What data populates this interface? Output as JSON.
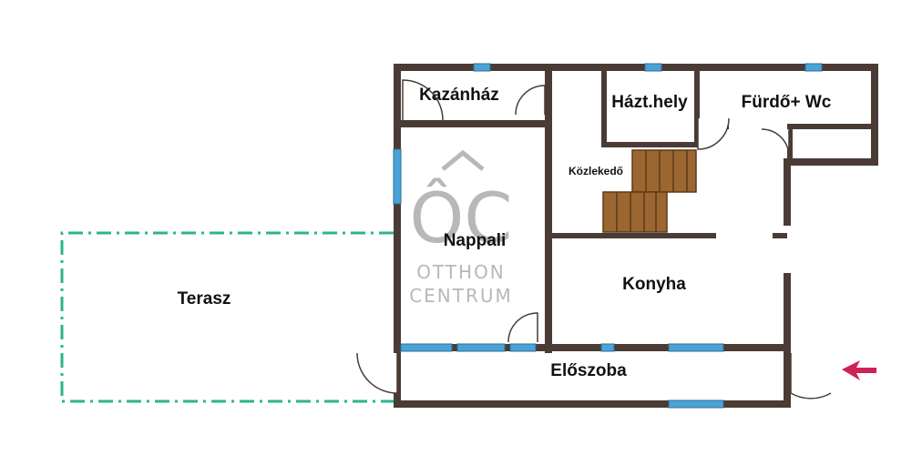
{
  "floor_plan": {
    "rooms": [
      {
        "id": "kazanhaz",
        "label": "Kazánház"
      },
      {
        "id": "haztartasi",
        "label": "Házt.hely"
      },
      {
        "id": "furdo",
        "label": "Fürdő+ Wc"
      },
      {
        "id": "kozlekedo",
        "label": "Közlekedő"
      },
      {
        "id": "nappali",
        "label": "Nappali"
      },
      {
        "id": "konyha",
        "label": "Konyha"
      },
      {
        "id": "eloszoba",
        "label": "Előszoba"
      },
      {
        "id": "terasz",
        "label": "Terasz"
      }
    ],
    "watermark": {
      "logo": "ÔC",
      "line1": "OTTHON",
      "line2": "CENTRUM"
    },
    "entrance_arrow": "entrance-arrow-icon",
    "colors": {
      "wall": "#4a3b35",
      "window": "#4aa3d8",
      "terrace_line": "#2bb58b",
      "stairs": "#9c6630",
      "stairs_edge": "#5a3a1a",
      "arrow": "#cc2255",
      "watermark": "#b8b8b8"
    }
  }
}
